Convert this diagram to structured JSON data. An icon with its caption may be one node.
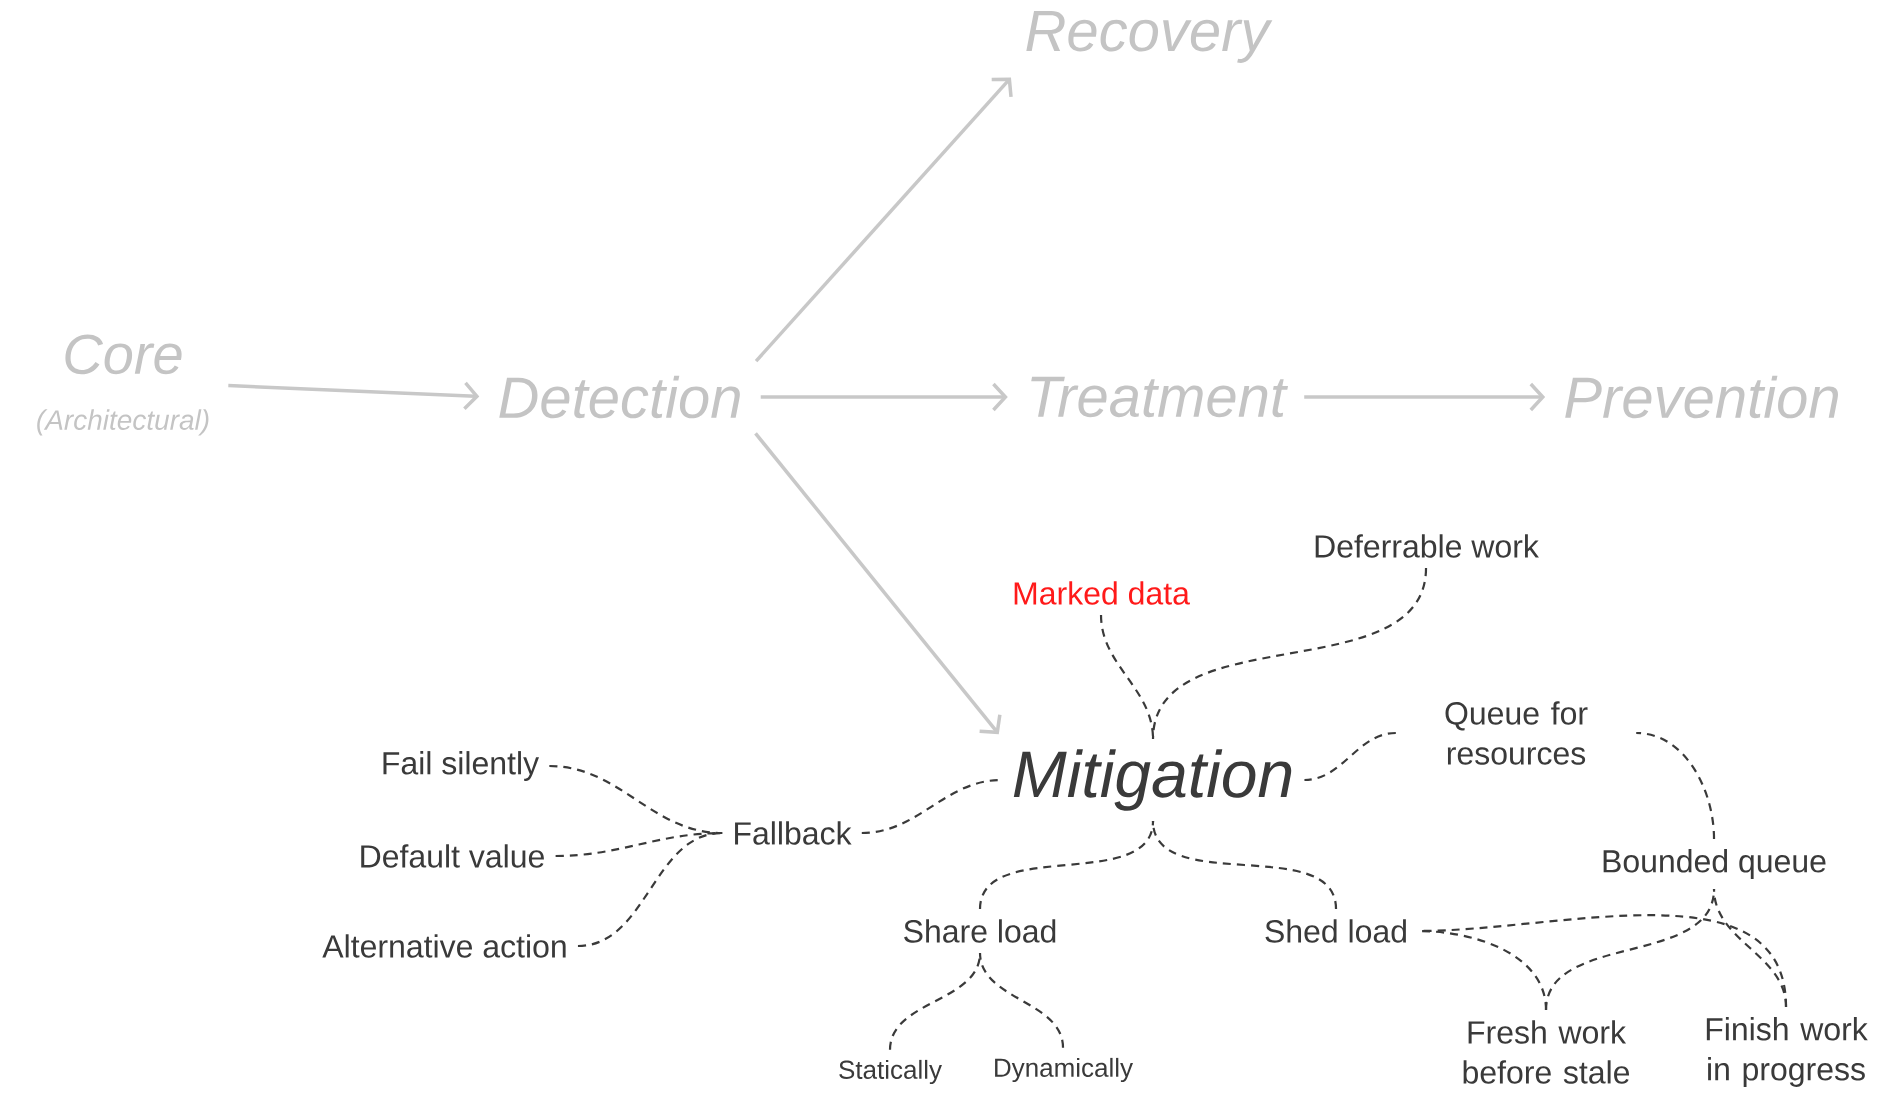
{
  "diagram": {
    "nodes": [
      {
        "text": [
          "Core",
          "(Architectural)"
        ]
      },
      {
        "text": [
          "Detection"
        ]
      },
      {
        "text": [
          "Recovery"
        ]
      },
      {
        "text": [
          "Treatment"
        ]
      },
      {
        "text": [
          "Prevention"
        ]
      },
      {
        "text": [
          "Mitigation"
        ]
      },
      {
        "text": [
          "Marked data"
        ]
      },
      {
        "text": [
          "Deferrable work"
        ]
      },
      {
        "text": [
          "Queue for resources"
        ]
      },
      {
        "text": [
          "Fallback"
        ]
      },
      {
        "text": [
          "Fail silently"
        ]
      },
      {
        "text": [
          "Default value"
        ]
      },
      {
        "text": [
          "Alternative action"
        ]
      },
      {
        "text": [
          "Share load"
        ]
      },
      {
        "text": [
          "Shed load"
        ]
      },
      {
        "text": [
          "Bounded queue"
        ]
      },
      {
        "text": [
          "Statically"
        ]
      },
      {
        "text": [
          "Dynamically"
        ]
      },
      {
        "text": [
          "Fresh work before stale"
        ]
      },
      {
        "text": [
          "Finish work in progress"
        ]
      }
    ],
    "edges": [
      {
        "from": 0,
        "to": 1,
        "arrow": "to",
        "color": "#c8c8c8"
      },
      {
        "from": 1,
        "to": 2,
        "arrow": "to",
        "color": "#c8c8c8"
      },
      {
        "from": 1,
        "to": 3,
        "arrow": "to",
        "color": "#c8c8c8"
      },
      {
        "from": 1,
        "to": 5,
        "arrow": "to",
        "color": "#c8c8c8"
      },
      {
        "from": 3,
        "to": 4,
        "arrow": "to",
        "color": "#c8c8c8"
      },
      {
        "from": 6,
        "to": 5,
        "arrow": "none",
        "style": "dashed"
      },
      {
        "from": 7,
        "to": 5,
        "arrow": "none",
        "style": "dashed"
      },
      {
        "from": 8,
        "to": 5,
        "arrow": "none",
        "style": "dashed"
      },
      {
        "from": 9,
        "to": 5,
        "arrow": "none",
        "style": "dashed"
      },
      {
        "from": 10,
        "to": 9,
        "arrow": "none",
        "style": "dashed"
      },
      {
        "from": 11,
        "to": 9,
        "arrow": "none",
        "style": "dashed"
      },
      {
        "from": 12,
        "to": 9,
        "arrow": "none",
        "style": "dashed"
      },
      {
        "from": 13,
        "to": 5,
        "arrow": "none",
        "style": "dashed"
      },
      {
        "from": 14,
        "to": 5,
        "arrow": "none",
        "style": "dashed"
      },
      {
        "from": 16,
        "to": 13,
        "arrow": "none",
        "style": "dashed"
      },
      {
        "from": 17,
        "to": 13,
        "arrow": "none",
        "style": "dashed"
      },
      {
        "from": 15,
        "to": 8,
        "arrow": "none",
        "style": "dashed"
      },
      {
        "from": 18,
        "to": 15,
        "arrow": "none",
        "style": "dashed"
      },
      {
        "from": 19,
        "to": 15,
        "arrow": "none",
        "style": "dashed"
      },
      {
        "from": 18,
        "to": 14,
        "arrow": "none",
        "style": "dashed"
      },
      {
        "from": 19,
        "to": 14,
        "arrow": "none",
        "style": "dashed"
      }
    ]
  }
}
